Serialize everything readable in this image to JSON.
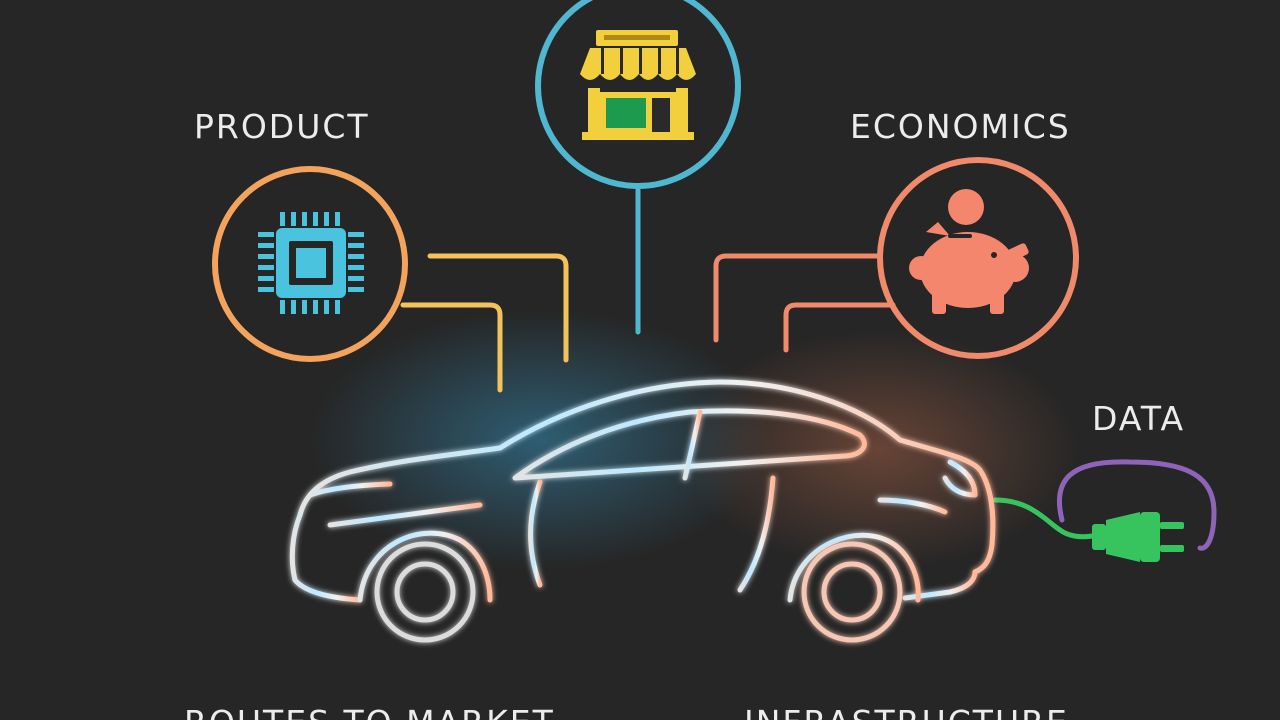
{
  "labels": {
    "product": "PRODUCT",
    "economics": "ECONOMICS",
    "data": "DATA",
    "routes_to_market": "ROUTES TO MARKET",
    "infrastructure": "INFRASTRUCTURE"
  },
  "icons": {
    "product": "microchip-icon",
    "routes_to_market": "storefront-icon",
    "economics": "piggy-bank-icon",
    "data": "ev-charging-plug-icon",
    "center": "car-outline"
  },
  "colors": {
    "background": "#262626",
    "product_ring": "#f4a35c",
    "chip": "#49c3de",
    "store_ring": "#4fb7cf",
    "store_awning": "#f2cf3c",
    "store_window": "#1e9a4f",
    "economics_ring": "#f08a6a",
    "piggy": "#f3866d",
    "product_connector": "#f4c25c",
    "data_cable": "#8f63b8",
    "plug": "#37c45f",
    "car_outline": "#d9d9d9",
    "car_glow_left": "#3ec3ff",
    "car_glow_right": "#ff8a5c",
    "label_text": "#ececec"
  }
}
